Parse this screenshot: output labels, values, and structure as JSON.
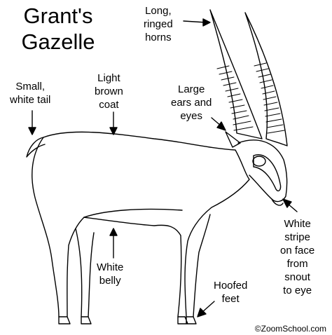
{
  "title": {
    "line1": "Grant's",
    "line2": "Gazelle"
  },
  "labels": {
    "horns": {
      "line1": "Long,",
      "line2": "ringed",
      "line3": "horns"
    },
    "tail": {
      "line1": "Small,",
      "line2": "white tail"
    },
    "coat": {
      "line1": "Light",
      "line2": "brown",
      "line3": "coat"
    },
    "ears": {
      "line1": "Large",
      "line2": "ears and",
      "line3": "eyes"
    },
    "stripe": {
      "line1": "White",
      "line2": "stripe",
      "line3": "on face",
      "line4": "from",
      "line5": "snout",
      "line6": "to eye"
    },
    "belly": {
      "line1": "White",
      "line2": "belly"
    },
    "feet": {
      "line1": "Hoofed",
      "line2": "feet"
    }
  },
  "credit": "©ZoomSchool.com",
  "colors": {
    "ink": "#000000",
    "background": "#ffffff"
  }
}
